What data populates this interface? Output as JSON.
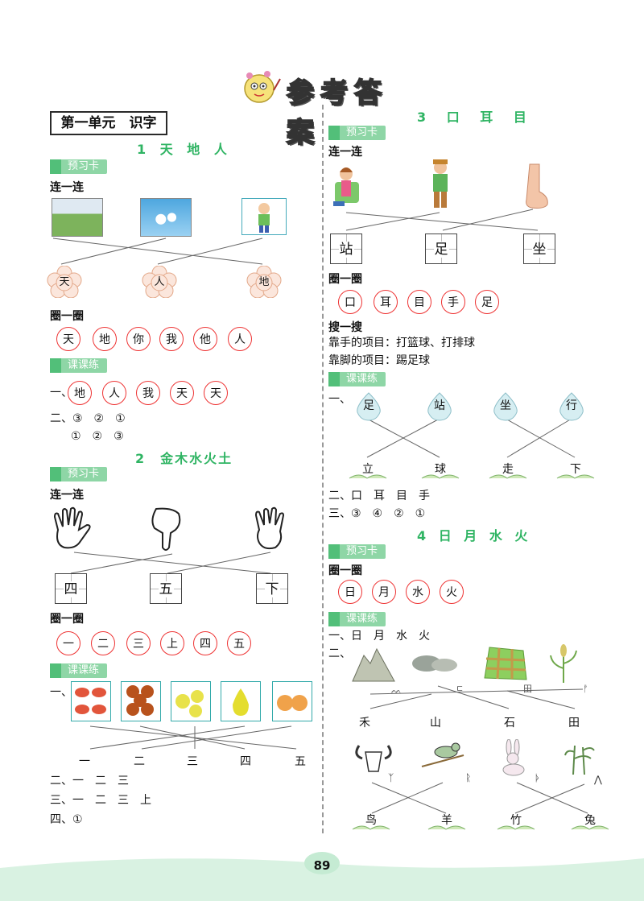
{
  "header": {
    "title": "参考答案",
    "page_number": "89"
  },
  "left": {
    "unit_title": "第一单元　识字",
    "lesson1": {
      "title": "1 天 地 人",
      "preview_tag": "预习卡",
      "connect_label": "连一连",
      "flowers": [
        "天",
        "人",
        "地"
      ],
      "circle_label": "圈一圈",
      "circles": [
        "天",
        "地",
        "你",
        "我",
        "他",
        "人"
      ],
      "practice_tag": "课课练",
      "ex1_prefix": "一、",
      "ex1_circles": [
        "地",
        "人",
        "我",
        "天",
        "天"
      ],
      "ex2_line1": "二、③　②　①",
      "ex2_line2": "①　②　③"
    },
    "lesson2": {
      "title": "2　金木水火土",
      "preview_tag": "预习卡",
      "connect_label": "连一连",
      "chars": [
        "四",
        "五",
        "下"
      ],
      "circle_label": "圈一圈",
      "circles": [
        "一",
        "二",
        "三",
        "上",
        "四",
        "五"
      ],
      "practice_tag": "课课练",
      "ex1_prefix": "一、",
      "numbers": [
        "一",
        "二",
        "三",
        "四",
        "五"
      ],
      "ex2": "二、一　二　三",
      "ex3": "三、一　二　三　上",
      "ex4": "四、①"
    }
  },
  "right": {
    "lesson3": {
      "title": "3 口 耳 目",
      "preview_tag": "预习卡",
      "connect_label": "连一连",
      "chars": [
        "站",
        "足",
        "坐"
      ],
      "circle_label": "圈一圈",
      "circles": [
        "口",
        "耳",
        "目",
        "手",
        "足"
      ],
      "search_label": "搜一搜",
      "search_line1": "靠手的项目：打篮球、打排球",
      "search_line2": "靠脚的项目：踢足球",
      "practice_tag": "课课练",
      "ex1_prefix": "一、",
      "drops": [
        "足",
        "站",
        "坐",
        "行"
      ],
      "leaves": [
        "立",
        "球",
        "走",
        "下"
      ],
      "ex2": "二、口　耳　目　手",
      "ex3": "三、③　④　②　①"
    },
    "lesson4": {
      "title": "4 日 月 水 火",
      "preview_tag": "预习卡",
      "circle_label": "圈一圈",
      "circles": [
        "日",
        "月",
        "水",
        "火"
      ],
      "practice_tag": "课课练",
      "ex1": "一、日　月　水　火",
      "ex2_prefix": "二、",
      "chars_row1": [
        "禾",
        "山",
        "石",
        "田"
      ],
      "chars_row2": [
        "鸟",
        "羊",
        "竹",
        "兔"
      ]
    }
  },
  "colors": {
    "accent_green": "#2fb463",
    "tag_green": "#8ed6a6",
    "circle_red": "#e33",
    "footer": "#d9f2e2"
  }
}
